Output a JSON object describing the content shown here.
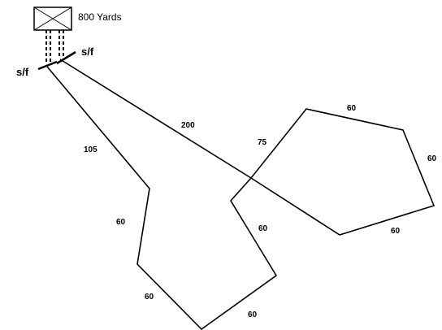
{
  "header": {
    "distance_label": "800 Yards"
  },
  "markers": {
    "start_finish_left": "s/f",
    "start_finish_right": "s/f"
  },
  "route_a": {
    "leg_1": "105",
    "leg_2": "60",
    "leg_3": "60",
    "leg_4": "60",
    "leg_5": "60"
  },
  "route_b": {
    "leg_1": "200",
    "leg_2": "75",
    "leg_3": "60",
    "leg_4": "60",
    "leg_5": "60"
  },
  "colors": {
    "line": "#000000",
    "background": "#ffffff"
  }
}
